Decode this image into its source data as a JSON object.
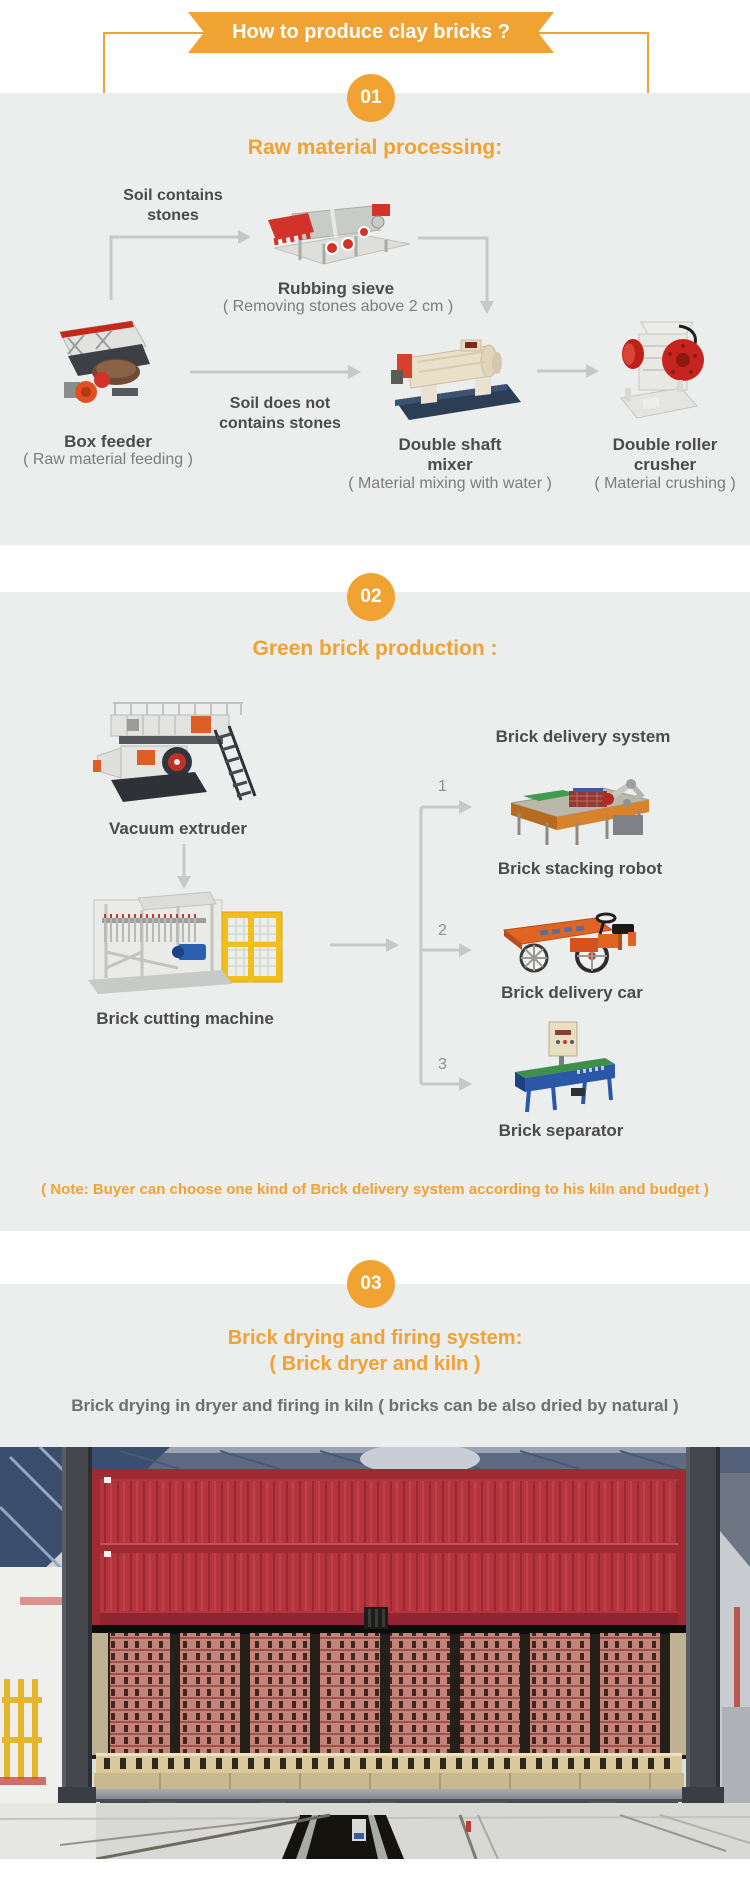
{
  "colors": {
    "accent": "#F0A232",
    "section_bg": "#ECEDED",
    "label": "#4B4B4B",
    "sublabel": "#7C7C7C",
    "arrow": "#C7C8C8",
    "door_red": "#B5343D"
  },
  "header": {
    "title": "How to produce clay bricks ?"
  },
  "section1": {
    "badge": "01",
    "heading": "Raw material processing:",
    "soil_contains_line1": "Soil contains",
    "soil_contains_line2": "stones",
    "soil_not_line1": "Soil does not",
    "soil_not_line2": "contains stones",
    "rubbing_sieve": {
      "title": "Rubbing sieve",
      "subtitle": "( Removing stones above 2 cm )"
    },
    "box_feeder": {
      "title": "Box feeder",
      "subtitle": "( Raw material feeding )"
    },
    "mixer": {
      "title_line1": "Double shaft",
      "title_line2": "mixer",
      "subtitle": "( Material mixing with water )"
    },
    "crusher": {
      "title_line1": "Double roller",
      "title_line2": "crusher",
      "subtitle": "( Material crushing )"
    }
  },
  "section2": {
    "badge": "02",
    "heading": "Green brick production :",
    "vacuum_extruder_label": "Vacuum extruder",
    "cutting_machine_label": "Brick cutting machine",
    "delivery_system_label": "Brick delivery system",
    "options": [
      {
        "num": "1",
        "label": "Brick stacking robot"
      },
      {
        "num": "2",
        "label": "Brick delivery car"
      },
      {
        "num": "3",
        "label": "Brick separator"
      }
    ],
    "note": "( Note: Buyer can choose one kind of Brick delivery system according to his kiln and budget )"
  },
  "section3": {
    "badge": "03",
    "heading_line1": "Brick drying and firing system:",
    "heading_line2": "( Brick dryer and kiln )",
    "subtitle": "Brick drying in dryer and firing in kiln ( bricks can be also dried by natural )"
  }
}
